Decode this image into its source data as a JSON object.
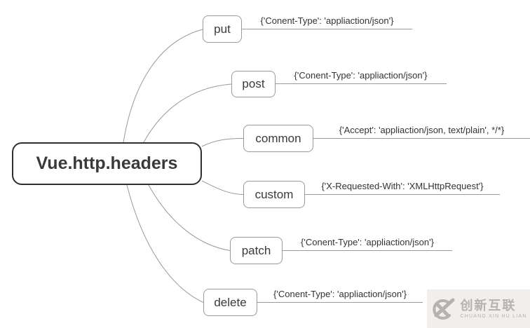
{
  "root": {
    "label": "Vue.http.headers"
  },
  "branches": [
    {
      "id": "put",
      "label": "put",
      "value": "{'Conent-Type': 'appliaction/json'}"
    },
    {
      "id": "post",
      "label": "post",
      "value": "{'Conent-Type': 'appliaction/json'}"
    },
    {
      "id": "common",
      "label": "common",
      "value": "{'Accept': 'appliaction/json, text/plain', */*}"
    },
    {
      "id": "custom",
      "label": "custom",
      "value": "{'X-Requested-With': 'XMLHttpRequest'}"
    },
    {
      "id": "patch",
      "label": "patch",
      "value": "{'Conent-Type': 'appliaction/json'}"
    },
    {
      "id": "delete",
      "label": "delete",
      "value": "{'Conent-Type': 'appliaction/json'}"
    }
  ],
  "watermark": {
    "brand_cn": "创新互联",
    "brand_en": "CHUANG XIN HU LIAN"
  },
  "colors": {
    "connector": "#9a9a9a",
    "node_border": "#9a9a9a",
    "root_border": "#2f2f2f",
    "text": "#3a3a3a",
    "watermark_fg": "#b5b2af",
    "watermark_bg": "#f0efee"
  }
}
